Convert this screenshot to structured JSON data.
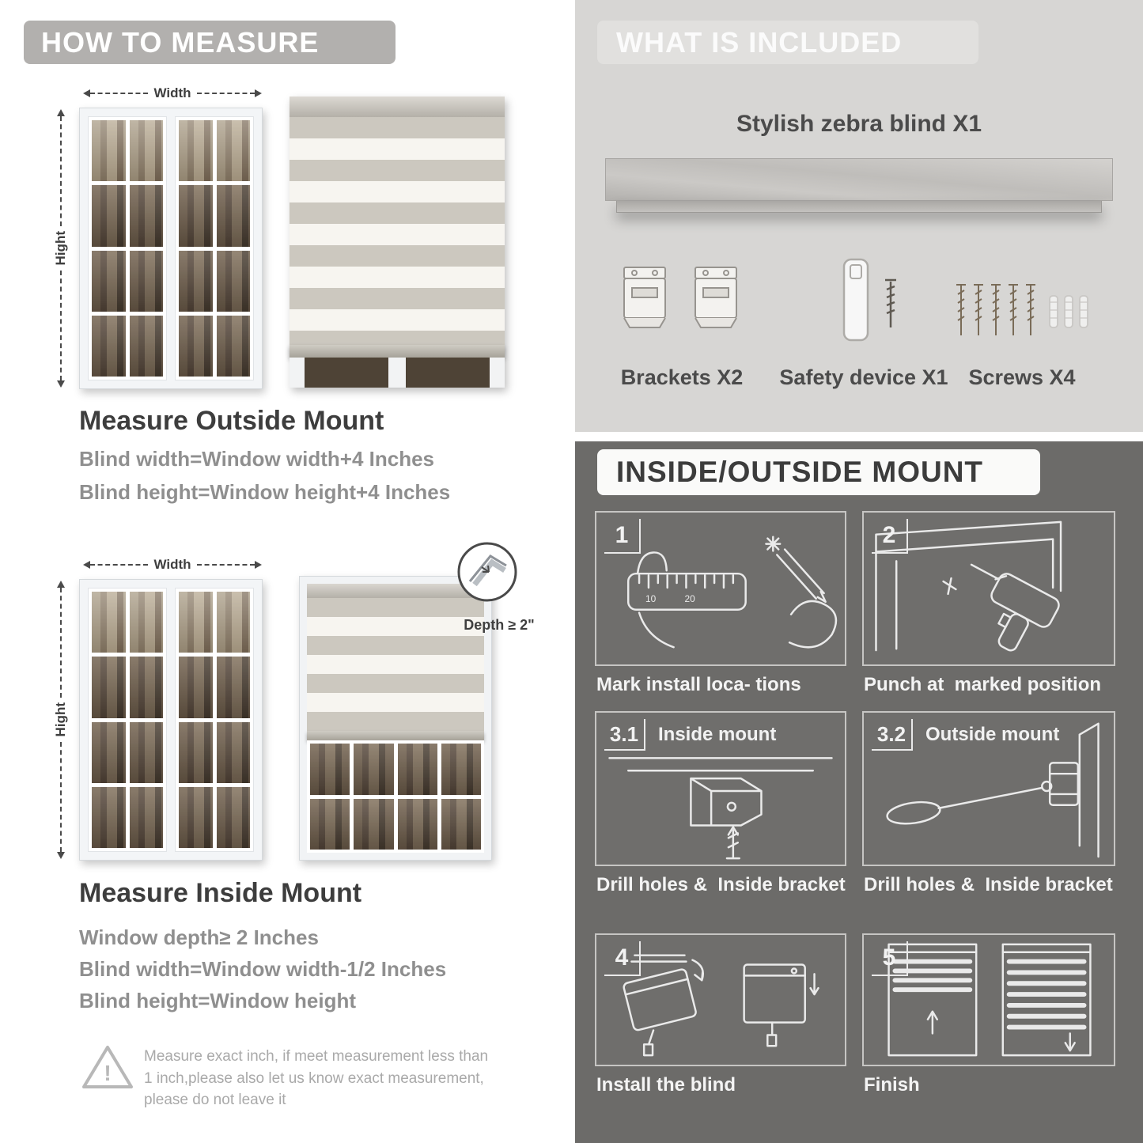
{
  "colors": {
    "banner_gray": "#b2b0ae",
    "light_panel": "#d7d6d4",
    "dark_panel": "#6c6b69",
    "heading_text": "#3d3d3d",
    "formula_text": "#8f8f8f",
    "caption_white": "#f4f4f4"
  },
  "left": {
    "header": "HOW TO MEASURE",
    "outside_mount": {
      "width_label": "Width",
      "height_label": "Hight",
      "title": "Measure Outside Mount",
      "formula1": "Blind width=Window width+4 Inches",
      "formula2": "Blind height=Window height+4 Inches"
    },
    "inside_mount": {
      "width_label": "Width",
      "height_label": "Hight",
      "depth_callout": "Depth ≥ 2\"",
      "title": "Measure Inside Mount",
      "formula1": "Window depth≥ 2 Inches",
      "formula2": "Blind width=Window width-1/2 Inches",
      "formula3": "Blind height=Window height"
    },
    "warning_text": "Measure exact inch, if meet measurement less than 1 inch,please also let us know exact measurement, please do not leave it"
  },
  "right": {
    "included": {
      "header": "WHAT IS INCLUDED",
      "blind_label": "Stylish zebra blind X1",
      "items": [
        {
          "label": "Brackets X2"
        },
        {
          "label": "Safety device X1"
        },
        {
          "label": "Screws X4"
        }
      ]
    },
    "mount_steps": {
      "header": "INSIDE/OUTSIDE MOUNT",
      "steps": [
        {
          "num": "1",
          "caption": "Mark install loca- tions"
        },
        {
          "num": "2",
          "caption": "Punch at  marked position"
        },
        {
          "num": "3.1",
          "label": "Inside mount",
          "caption": "Drill holes &  Inside bracket"
        },
        {
          "num": "3.2",
          "label": "Outside mount",
          "caption": "Drill holes &  Inside bracket"
        },
        {
          "num": "4",
          "caption": "Install the blind"
        },
        {
          "num": "5",
          "caption": "Finish"
        }
      ]
    }
  }
}
